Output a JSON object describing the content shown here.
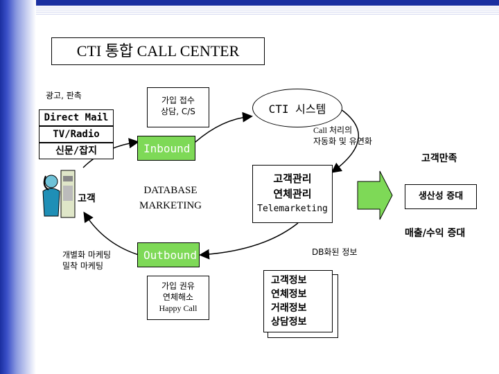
{
  "title": "CTI 통합 CALL CENTER",
  "media": {
    "caption": "광고, 판촉",
    "items": [
      "Direct Mail",
      "TV/Radio",
      "신문/잡지"
    ]
  },
  "customer_label": "고객",
  "join_box": {
    "line1": "가입 접수",
    "line2": "상담, C/S"
  },
  "inbound_label": "Inbound",
  "cti_label": "CTI 시스템",
  "call_process": {
    "line1": "Call 처리의",
    "line2": "자동화 및 유연화"
  },
  "database_marketing": {
    "line1": "DATABASE",
    "line2": "MARKETING"
  },
  "center_box": {
    "line1": "고객관리",
    "line2": "연체관리",
    "line3": "Telemarketing"
  },
  "results": [
    "고객만족",
    "생산성 증대",
    "매출/수익 증대"
  ],
  "personal_marketing": {
    "line1": "개별화 마케팅",
    "line2": "밀착 마케팅"
  },
  "outbound_label": "Outbound",
  "db_info_label": "DB화된 정보",
  "outbound_box": {
    "line1": "가입 권유",
    "line2": "연체해소",
    "line3": "Happy Call"
  },
  "info_stack": [
    "고객정보",
    "연체정보",
    "거래정보",
    "상담정보"
  ],
  "colors": {
    "green": "#7ed957",
    "header_blue": "#1a2fa0"
  }
}
